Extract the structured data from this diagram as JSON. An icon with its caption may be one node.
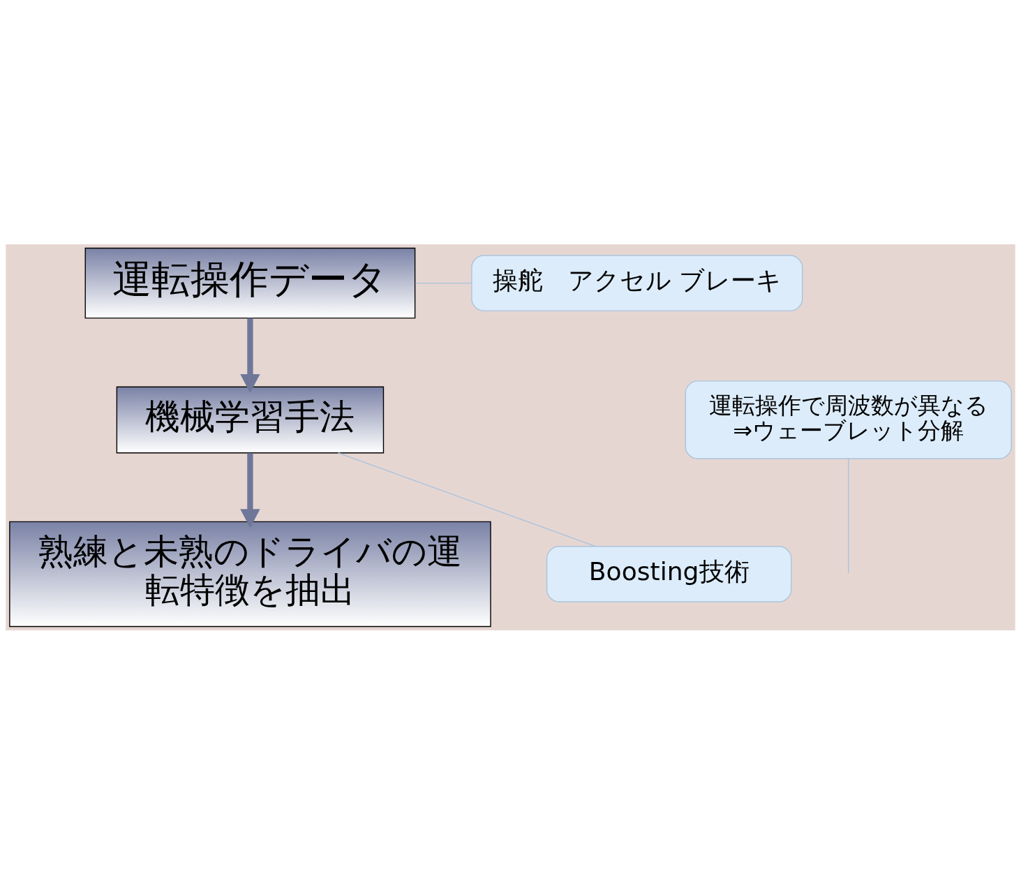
{
  "diagram": {
    "nodes": [
      {
        "text": [
          "運転操作データ"
        ]
      },
      {
        "text": [
          "機械学習手法"
        ]
      },
      {
        "text": [
          "熟練と未熟のドライバの運転特徴を抽出"
        ]
      },
      {
        "text": [
          "操舵　アクセル ブレーキ"
        ]
      },
      {
        "text": [
          "運転操作で周波数が異なる⇒ウェーブレット分解"
        ]
      },
      {
        "text": [
          "Boosting技術"
        ]
      }
    ],
    "edges": [
      {
        "from": 0,
        "to": 1,
        "arrow": "to",
        "style": "thick"
      },
      {
        "from": 1,
        "to": 2,
        "arrow": "to",
        "style": "thick"
      },
      {
        "from": 3,
        "to": 0,
        "arrow": "none"
      },
      {
        "from": 4,
        "to": null,
        "arrow": "none"
      },
      {
        "from": 5,
        "to": 1,
        "arrow": "none"
      }
    ]
  }
}
